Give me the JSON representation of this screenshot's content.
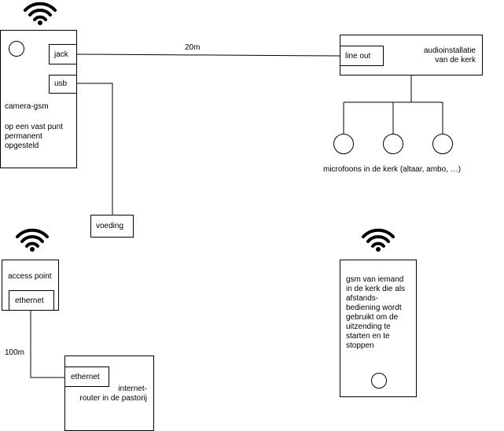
{
  "camera": {
    "label": "camera-gsm",
    "desc": [
      "op een vast punt",
      "permanent",
      "opgesteld"
    ],
    "jack": "jack",
    "usb": "usb"
  },
  "power": {
    "label": "voeding"
  },
  "cable_length_audio": "20m",
  "audio": {
    "label": [
      "audioinstallatie",
      "van de kerk"
    ],
    "port": "line out"
  },
  "microphones": {
    "label": "microfoons in de kerk (altaar, ambo, …)",
    "count": 3
  },
  "access_point": {
    "label": "access point",
    "port": "ethernet"
  },
  "cable_length_network": "100m",
  "router": {
    "port": "ethernet",
    "label": [
      "internet-",
      "router in de pastorij"
    ]
  },
  "remote_phone": {
    "desc": [
      "gsm van iemand",
      "in de kerk die als",
      "afstands-",
      "bediening wordt",
      "gebruikt om de",
      "uitzending te",
      "starten en te",
      "stoppen"
    ]
  },
  "icons": [
    "wifi-icon",
    "camera-lens-icon",
    "home-button-icon",
    "microphone-icon"
  ]
}
